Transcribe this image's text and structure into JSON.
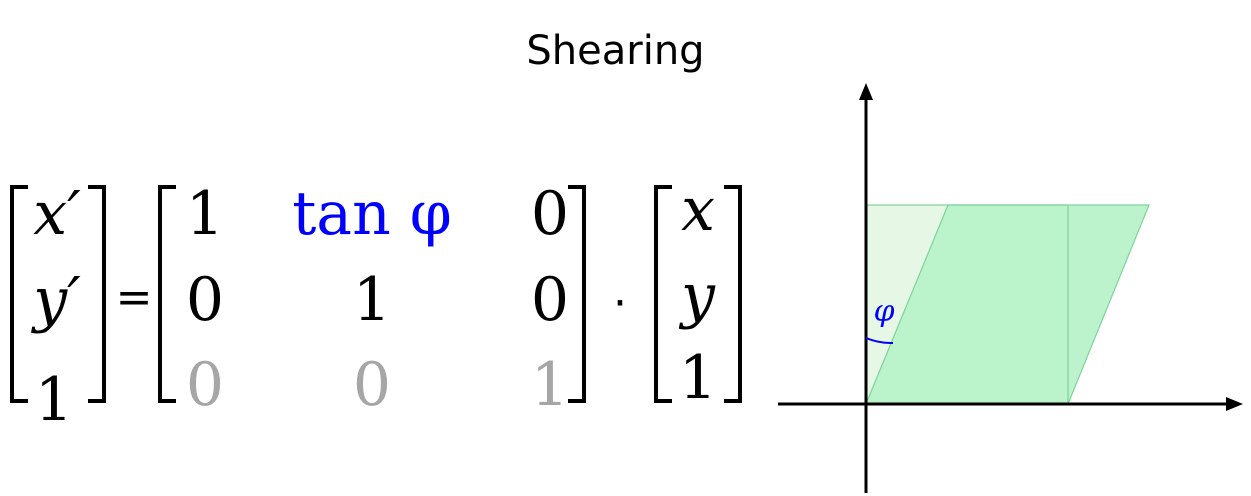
{
  "title": "Shearing",
  "colors": {
    "black": "#000000",
    "blue": "#0000ff",
    "gray": "#a6a6a6",
    "original_rect_fill": "#e6f7e6",
    "sheared_fill": "#b7f2c8",
    "shape_stroke": "#7ed39a"
  },
  "equation": {
    "lhs": [
      "x′",
      "y′",
      "1"
    ],
    "equals": "=",
    "matrix": [
      [
        "1",
        "tan φ",
        "0"
      ],
      [
        "0",
        "1",
        "0"
      ],
      [
        "0",
        "0",
        "1"
      ]
    ],
    "dot": "·",
    "rhs": [
      "x",
      "y",
      "1"
    ]
  },
  "diagram": {
    "angle_label": "φ",
    "icons": [
      "x-axis-arrow",
      "y-axis-arrow",
      "angle-arc"
    ]
  }
}
